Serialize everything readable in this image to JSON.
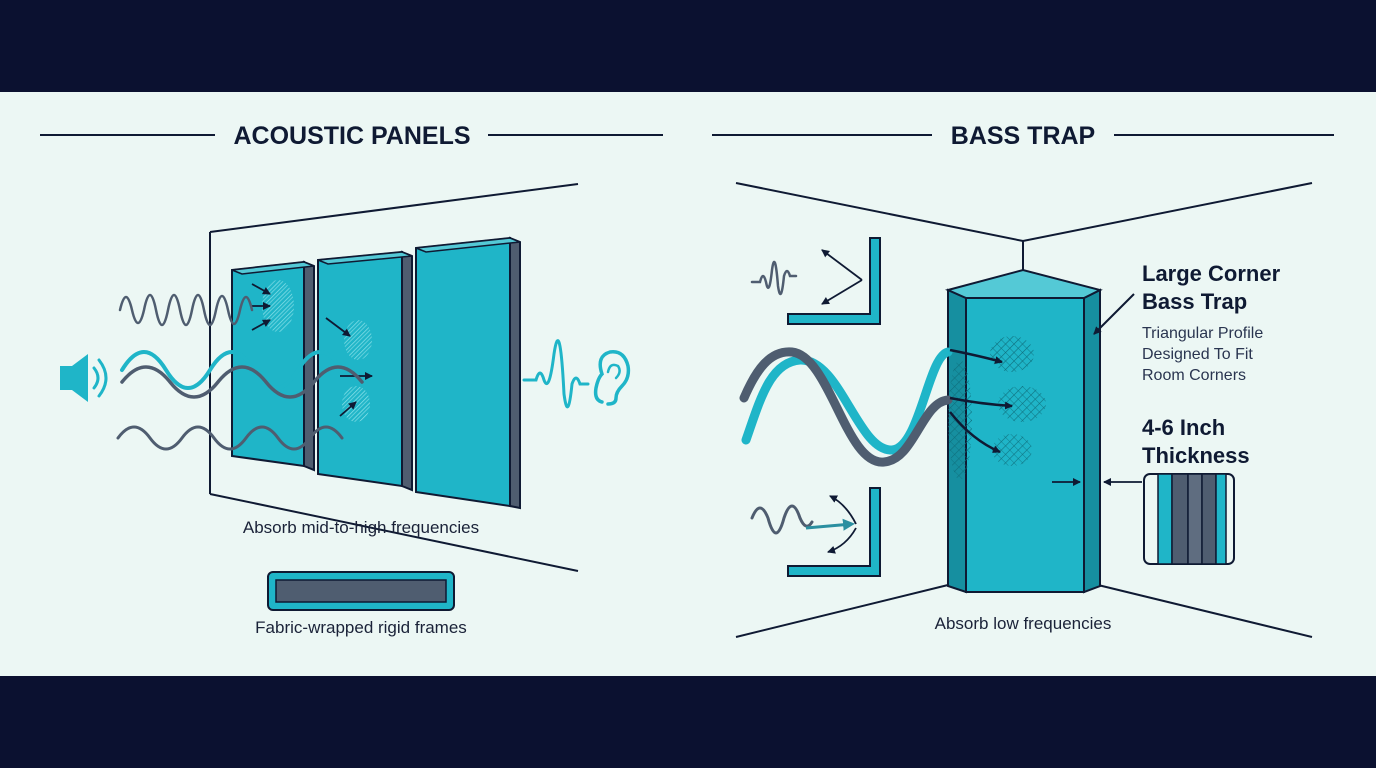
{
  "left": {
    "title": "ACOUSTIC PANELS",
    "caption_absorb": "Absorb mid-to-high frequencies",
    "caption_frame": "Fabric-wrapped rigid frames"
  },
  "right": {
    "title": "BASS TRAP",
    "trap_heading_line1": "Large Corner",
    "trap_heading_line2": "Bass Trap",
    "profile_line1": "Triangular Profile",
    "profile_line2": "Designed To Fit",
    "profile_line3": "Room Corners",
    "thickness_line1": "4-6 Inch",
    "thickness_line2": "Thickness",
    "caption_absorb": "Absorb low frequencies"
  },
  "colors": {
    "background_band": "#0b1130",
    "panel_area": "#ecf7f4",
    "teal": "#1fb5c8",
    "teal_dark": "#168fa0",
    "slate": "#4f5d70",
    "ink": "#0f1a33"
  },
  "icons": [
    "speaker-icon",
    "ear-icon"
  ]
}
